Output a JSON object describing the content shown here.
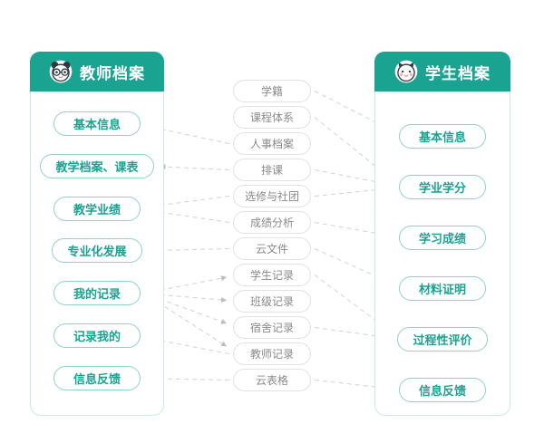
{
  "diagram": {
    "left_panel": {
      "title": "教师档案",
      "icon": "teacher-mascot-icon",
      "items": [
        "基本信息",
        "教学档案、课表",
        "教学业绩",
        "专业化发展",
        "我的记录",
        "记录我的",
        "信息反馈"
      ]
    },
    "middle_items": [
      "学籍",
      "课程体系",
      "人事档案",
      "排课",
      "选修与社团",
      "成绩分析",
      "云文件",
      "学生记录",
      "班级记录",
      "宿舍记录",
      "教师记录",
      "云表格"
    ],
    "right_panel": {
      "title": "学生档案",
      "icon": "student-mascot-icon",
      "items": [
        "基本信息",
        "学业学分",
        "学习成绩",
        "材料证明",
        "过程性评价",
        "信息反馈"
      ]
    },
    "edges": [
      {
        "from": "M2",
        "to": "L0"
      },
      {
        "from": "M3",
        "to": "L1"
      },
      {
        "from": "M4",
        "to": "L2"
      },
      {
        "from": "M5",
        "to": "L2"
      },
      {
        "from": "M6",
        "to": "L3"
      },
      {
        "from": "L4",
        "to": "M7"
      },
      {
        "from": "L4",
        "to": "M8"
      },
      {
        "from": "L4",
        "to": "M9"
      },
      {
        "from": "L4",
        "to": "M10"
      },
      {
        "from": "M10",
        "to": "L5"
      },
      {
        "from": "M11",
        "to": "L6"
      },
      {
        "from": "M0",
        "to": "R0"
      },
      {
        "from": "M1",
        "to": "R1"
      },
      {
        "from": "M3",
        "to": "R1"
      },
      {
        "from": "M4",
        "to": "R1"
      },
      {
        "from": "M5",
        "to": "R2"
      },
      {
        "from": "M6",
        "to": "R3"
      },
      {
        "from": "M7",
        "to": "R4"
      },
      {
        "from": "M9",
        "to": "R4"
      },
      {
        "from": "M11",
        "to": "R5"
      }
    ],
    "colors": {
      "header_teal": "#1BA392",
      "pill_teal_border": "#8FD2C9",
      "pill_teal_text": "#1BA392",
      "panel_border": "#CDEAE5",
      "gray_pill_border": "#E2E2E2",
      "gray_pill_text": "#8A8A8A",
      "connector": "#D2D2D2",
      "arrowhead": "#BDBDBD"
    }
  }
}
